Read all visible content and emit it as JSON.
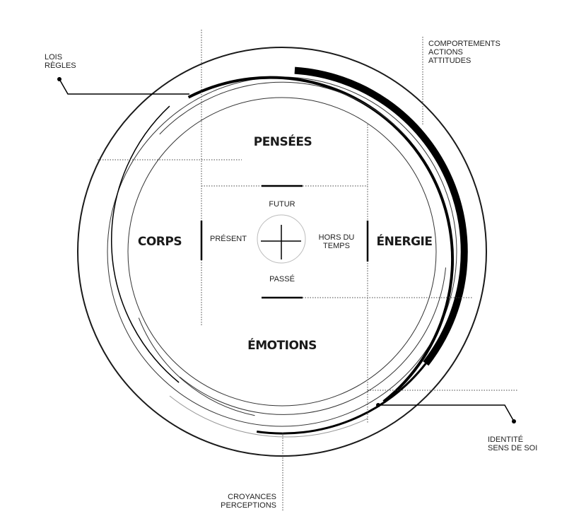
{
  "center_words": {
    "top": "PENSÉES",
    "left": "CORPS",
    "right": "ÉNERGIE",
    "bottom": "ÉMOTIONS"
  },
  "time": {
    "future": "FUTUR",
    "present": "PRÉSENT",
    "timeless_line1": "HORS DU",
    "timeless_line2": "TEMPS",
    "past": "PASSÉ"
  },
  "annotations": {
    "lois_line1": "LOIS",
    "lois_line2": "RÈGLES",
    "comportements_line1": "COMPORTEMENTS",
    "comportements_line2": "ACTIONS",
    "comportements_line3": "ATTITUDES",
    "identite_line1": "IDENTITÉ",
    "identite_line2": "SENS DE SOI",
    "croyances_line1": "CROYANCES",
    "croyances_line2": "PERCEPTIONS"
  }
}
